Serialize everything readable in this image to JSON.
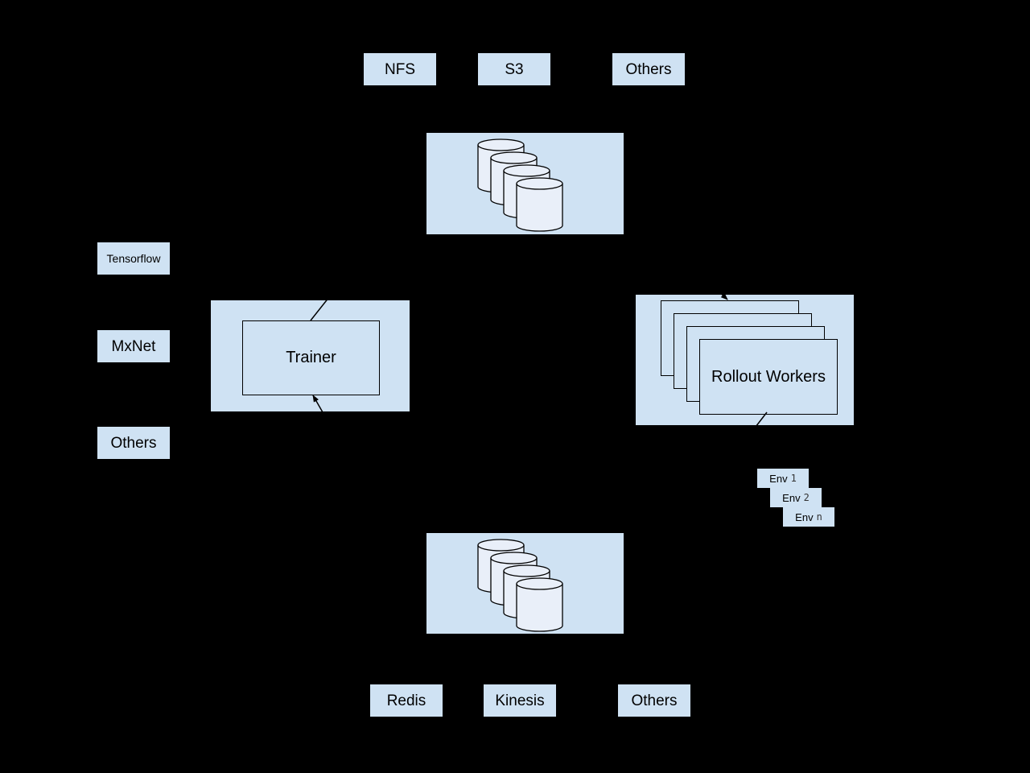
{
  "diagram": {
    "colors": {
      "background": "#000000",
      "box_fill": "#cfe2f3",
      "cylinder_fill": "#e9eff9",
      "stroke": "#000000",
      "text": "#000000"
    },
    "storage_backends": {
      "items": [
        {
          "label": "NFS"
        },
        {
          "label": "S3"
        },
        {
          "label": "Others"
        }
      ]
    },
    "frameworks": {
      "items": [
        {
          "label": "Tensorflow"
        },
        {
          "label": "MxNet"
        },
        {
          "label": "Others"
        }
      ]
    },
    "trainer": {
      "label": "Trainer"
    },
    "rollout_workers": {
      "label": "Rollout Workers"
    },
    "environments": {
      "items": [
        {
          "label": "Env",
          "index": "1"
        },
        {
          "label": "Env",
          "index": "2"
        },
        {
          "label": "Env",
          "index": "n"
        }
      ]
    },
    "memory_backends": {
      "items": [
        {
          "label": "Redis"
        },
        {
          "label": "Kinesis"
        },
        {
          "label": "Others"
        }
      ]
    },
    "icons": {
      "data_store_top": "database-cylinders-icon",
      "data_store_bottom": "database-cylinders-icon"
    }
  }
}
